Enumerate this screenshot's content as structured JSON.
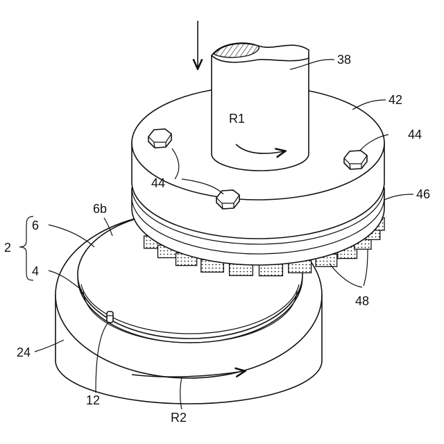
{
  "labels": {
    "shaft": "38",
    "rotation_r1": "R1",
    "mount": "42",
    "bolt_right": "44",
    "bolt_left": "44",
    "wheel_base": "46",
    "grinding_pads": "48",
    "wafer_surface": "6b",
    "wafer_unit": "2",
    "wafer": "6",
    "tape": "4",
    "chuck_table": "24",
    "notch": "12",
    "rotation_r2": "R2"
  }
}
